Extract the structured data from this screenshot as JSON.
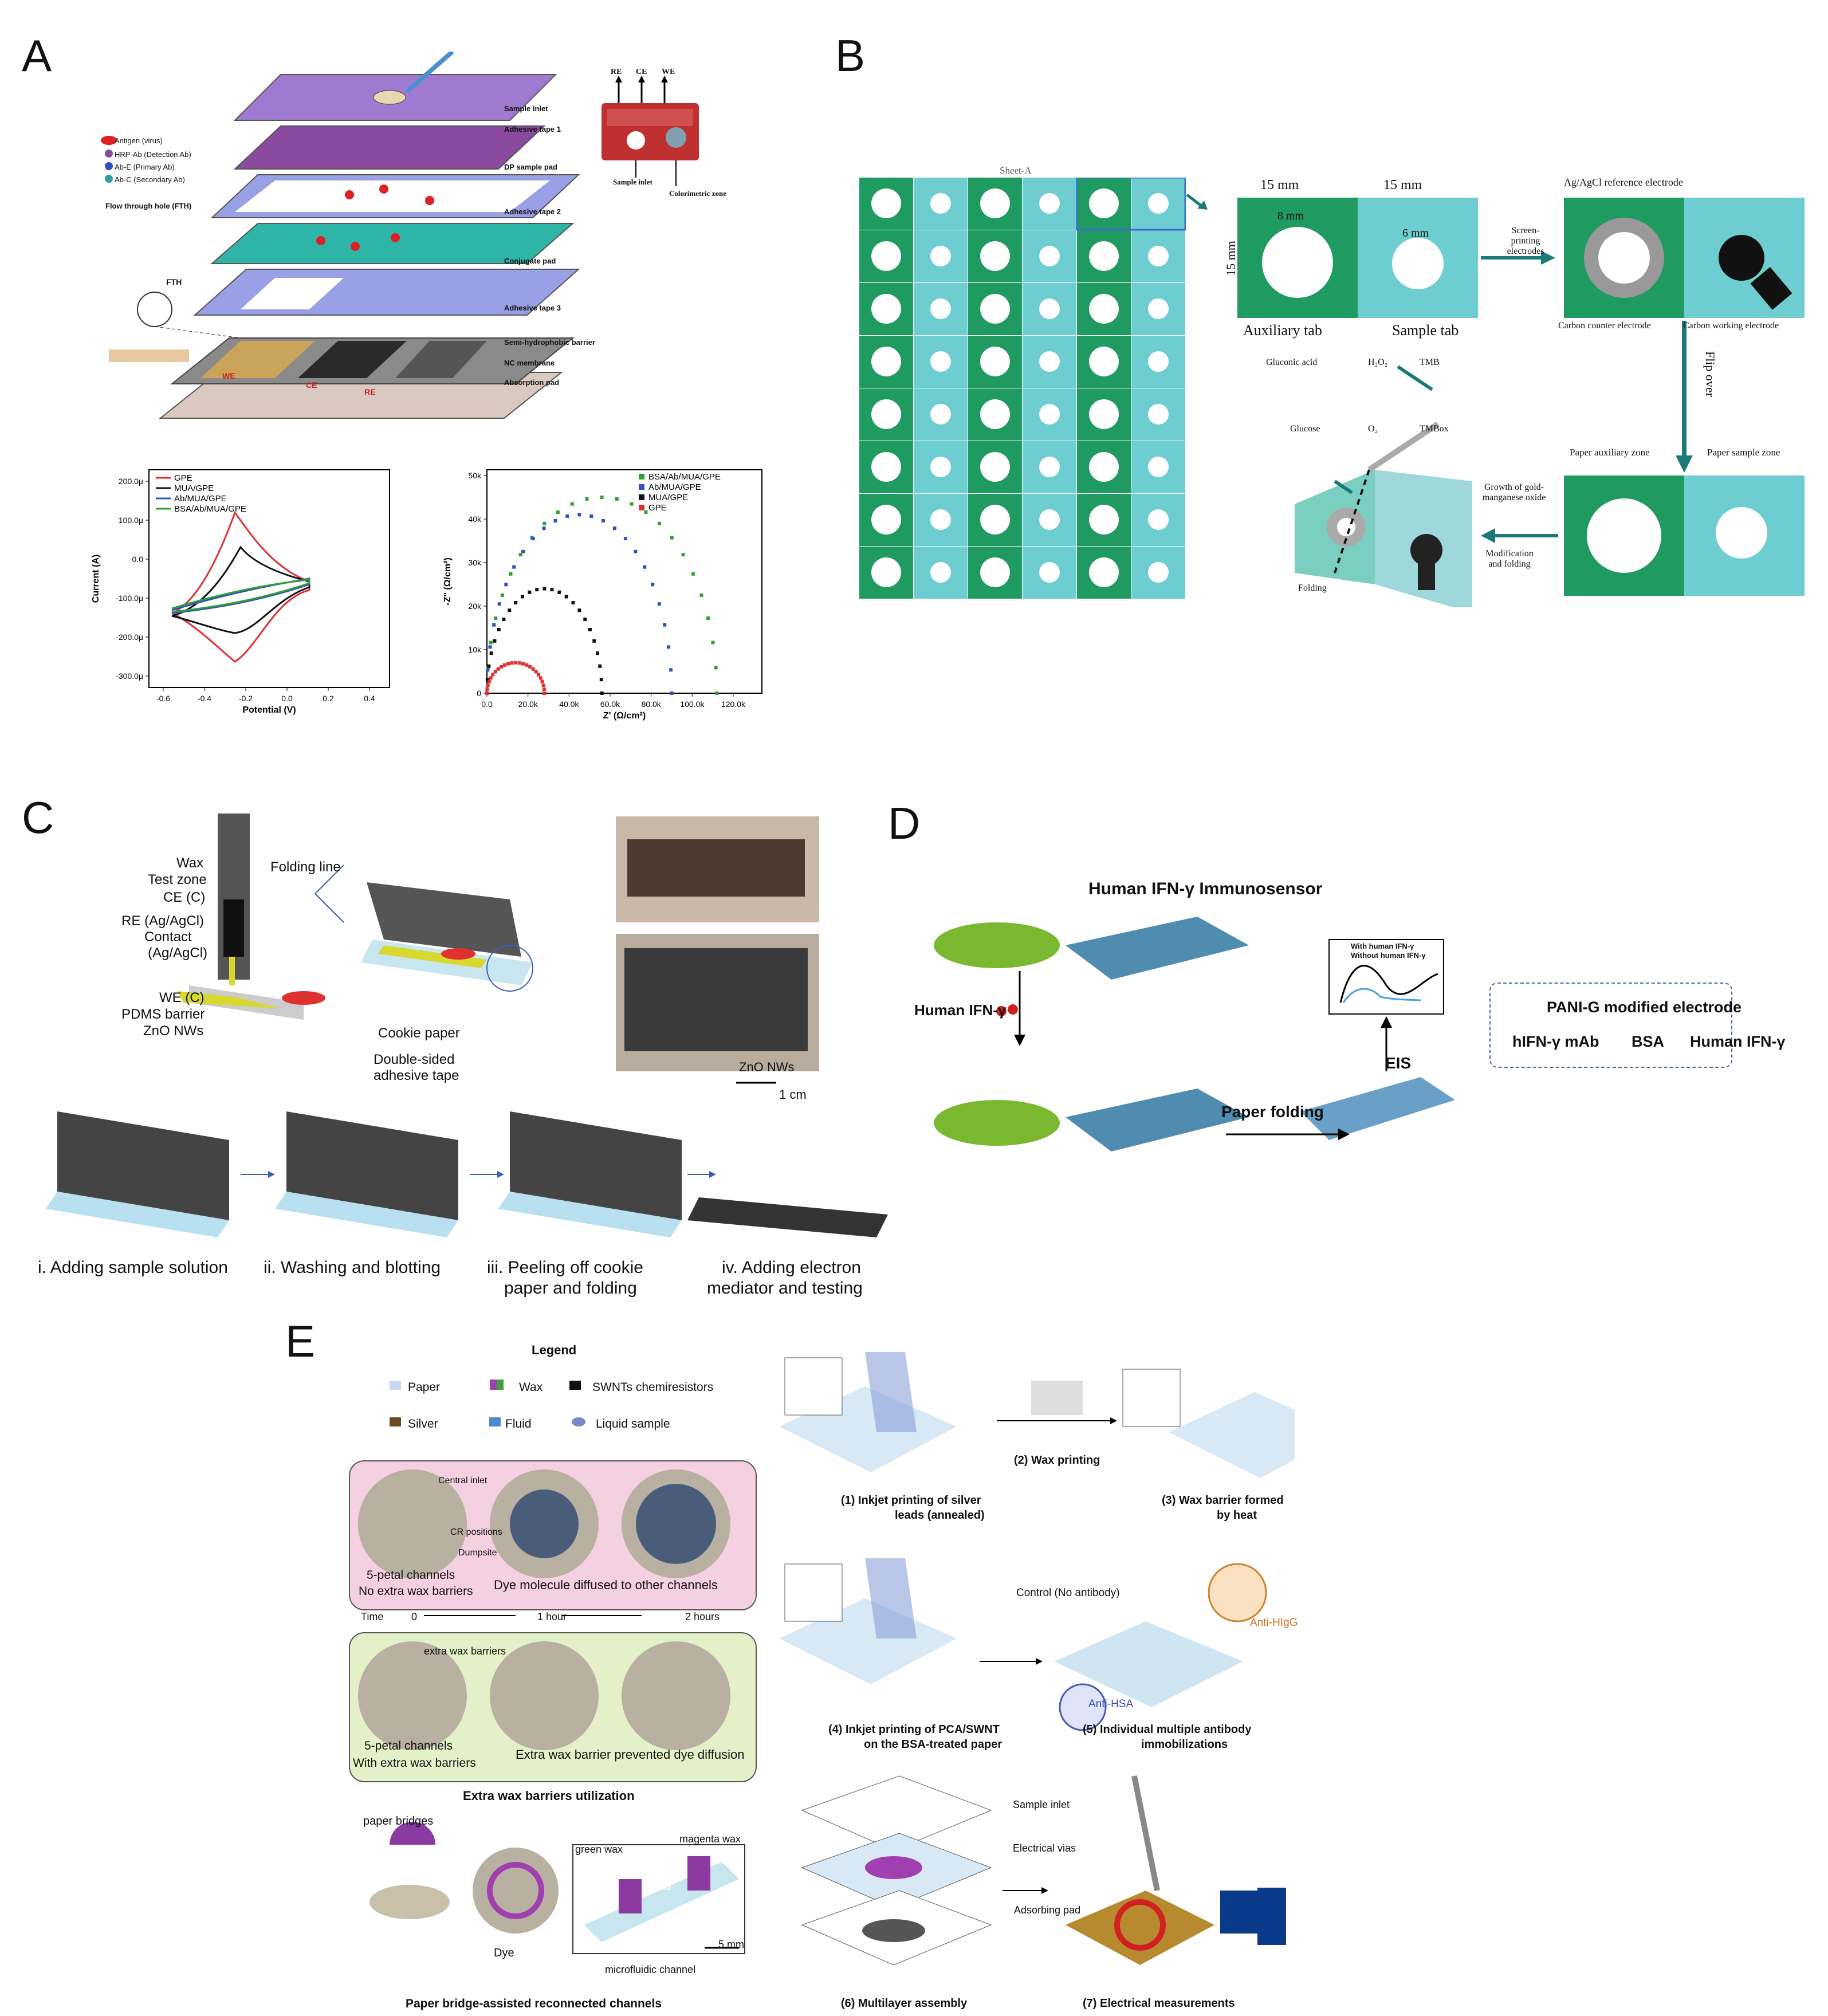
{
  "panels": {
    "a": "A",
    "b": "B",
    "c": "C",
    "d": "D",
    "e": "E"
  },
  "A": {
    "layers": [
      "Sample inlet",
      "Adhesive tape 1",
      "DP sample pad",
      "Adhesive tape 2",
      "Conjugate pad",
      "Adhesive tape 3",
      "Semi-hydrophobic barrier",
      "NC membrane",
      "Absorption pad"
    ],
    "legend": [
      "Antigen (virus)",
      "HRP-Ab (Detection Ab)",
      "Ab-E (Primary Ab)",
      "Ab-C (Secondary Ab)",
      "Flow through hole (FTH)"
    ],
    "fth": "FTH",
    "electrodes": [
      "RE",
      "CE",
      "WE"
    ],
    "electrode_colors": {
      "RE": "#cc2222",
      "CE": "#cc2222",
      "WE": "#cc2222"
    },
    "device_labels": [
      "Sample inlet",
      "Colorimetric zone"
    ],
    "device_top": [
      "RE",
      "CE",
      "WE"
    ]
  },
  "chart_cv": {
    "type": "line",
    "xlabel": "Potential (V)",
    "ylabel": "Current (A)",
    "xticks": [
      "-0.6",
      "-0.4",
      "-0.2",
      "0.0",
      "0.2",
      "0.4"
    ],
    "yticks": [
      "200.0μ",
      "100.0μ",
      "0.0",
      "-100.0μ",
      "-200.0μ",
      "-300.0μ"
    ],
    "legend": [
      "GPE",
      "MUA/GPE",
      "Ab/MUA/GPE",
      "BSA/Ab/MUA/GPE"
    ],
    "colors": [
      "#e03030",
      "#111111",
      "#3050c0",
      "#30a030"
    ]
  },
  "chart_eis": {
    "type": "scatter",
    "xlabel": "Z' (Ω/cm²)",
    "ylabel": "-Z'' (Ω/cm²)",
    "xticks": [
      "0.0",
      "20.0k",
      "40.0k",
      "60.0k",
      "80.0k",
      "100.0k",
      "120.0k"
    ],
    "yticks": [
      "0",
      "10k",
      "20k",
      "30k",
      "40k",
      "50k"
    ],
    "legend": [
      "BSA/Ab/MUA/GPE",
      "Ab/MUA/GPE",
      "MUA/GPE",
      "GPE"
    ],
    "colors": [
      "#30a030",
      "#3050c0",
      "#111111",
      "#e03030"
    ]
  },
  "B": {
    "sheet": "Sheet-A",
    "dim1": "15 mm",
    "dim2": "15 mm",
    "dim3": "8 mm",
    "dim4": "6 mm",
    "dim5": "15 mm",
    "aux": "Auxiliary tab",
    "sample": "Sample tab",
    "screen": "Screen-printing electrodes",
    "ref": "Ag/AgCl reference electrode",
    "counter": "Carbon counter electrode",
    "working": "Carbon working electrode",
    "flip": "Flip over",
    "paper_aux": "Paper auxiliary zone",
    "paper_sample": "Paper sample zone",
    "growth": "Growth of gold-manganese oxide",
    "modif": "Modification and folding",
    "folding": "Folding",
    "gluconic": "Gluconic acid",
    "h2o2": "H₂O₂",
    "tmb": "TMB",
    "glucose": "Glucose",
    "o2": "O₂",
    "tmbox": "TMBox"
  },
  "C": {
    "labels": [
      "Wax",
      "Test zone",
      "CE (C)",
      "RE (Ag/AgCl)",
      "Contact",
      "(Ag/AgCl)",
      "WE (C)",
      "PDMS barrier",
      "ZnO NWs"
    ],
    "folding_line": "Folding line",
    "cookie": "Cookie paper",
    "tape1": "Double-sided",
    "tape2": "adhesive tape",
    "photo_label": "ZnO NWs",
    "scale": "1 cm",
    "steps": [
      "i. Adding sample solution",
      "ii. Washing and blotting",
      "iii. Peeling off cookie",
      "paper and folding",
      "iv. Adding electron",
      "mediator and testing"
    ]
  },
  "D": {
    "title": "Human IFN-γ Immunosensor",
    "analyte": "Human IFN-γ",
    "fold": "Paper folding",
    "eis": "EIS",
    "legend_chart": [
      "With human IFN-γ",
      "Without human IFN-γ"
    ],
    "key": [
      "PANI-G modified electrode",
      "hIFN-γ mAb",
      "BSA",
      "Human IFN-γ"
    ]
  },
  "E": {
    "legend_title": "Legend",
    "legend": [
      "Paper",
      "Wax",
      "SWNTs chemiresistors",
      "Silver",
      "Fluid",
      "Liquid sample"
    ],
    "c1": [
      "Central inlet",
      "CR positions",
      "Dumpsite"
    ],
    "c1_caption": [
      "5-petal channels",
      "No extra wax barriers"
    ],
    "c1_note": "Dye molecule diffused to other channels",
    "time": [
      "Time",
      "0",
      "1 hour",
      "2 hours"
    ],
    "c2_label": "extra wax barriers",
    "c2_caption": [
      "5-petal channels",
      "With extra wax barriers"
    ],
    "c2_note": "Extra wax barrier prevented dye diffusion",
    "c2_title": "Extra wax  barriers utilization",
    "bridges": "paper bridges",
    "dye": "Dye",
    "green": "green wax",
    "magenta": "magenta wax",
    "fluid": "Fluid",
    "channel": "microfluidic channel",
    "scale": "5 mm",
    "c3_title": "Paper bridge-assisted reconnected channels",
    "steps": [
      "(1) Inkjet printing of silver",
      "leads (annealed)",
      "(2) Wax printing",
      "(3) Wax barrier formed",
      "by heat",
      "(4) Inkjet printing of PCA/SWNT",
      "on the BSA-treated paper",
      "(5) Individual multiple antibody",
      "immobilizations",
      "(6) Multilayer assembly",
      "(7) Electrical measurements"
    ],
    "control": "Control (No antibody)",
    "anti_higg": "Anti-HIgG",
    "anti_hsa": "Anti-HSA",
    "layers": [
      "Sample inlet",
      "Electrical vias",
      "Adsorbing pad"
    ]
  }
}
